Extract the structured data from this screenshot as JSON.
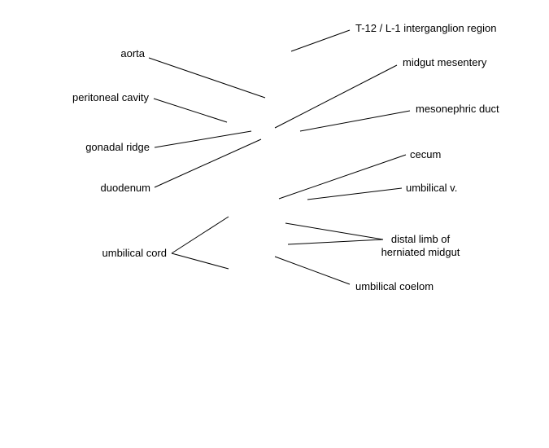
{
  "labels": {
    "t12_l1": "T-12 / L-1 interganglion region",
    "aorta": "aorta",
    "midgut_mesentery": "midgut mesentery",
    "peritoneal_cavity": "peritoneal cavity",
    "mesonephric_duct": "mesonephric duct",
    "gonadal_ridge": "gonadal ridge",
    "cecum": "cecum",
    "duodenum": "duodenum",
    "umbilical_v": "umbilical v.",
    "distal_limb_line1": "distal limb of",
    "distal_limb_line2": "herniated midgut",
    "umbilical_cord": "umbilical cord",
    "umbilical_coelom": "umbilical coelom"
  },
  "colors": {
    "line": "#000000",
    "text": "#000000",
    "background": "#ffffff"
  }
}
